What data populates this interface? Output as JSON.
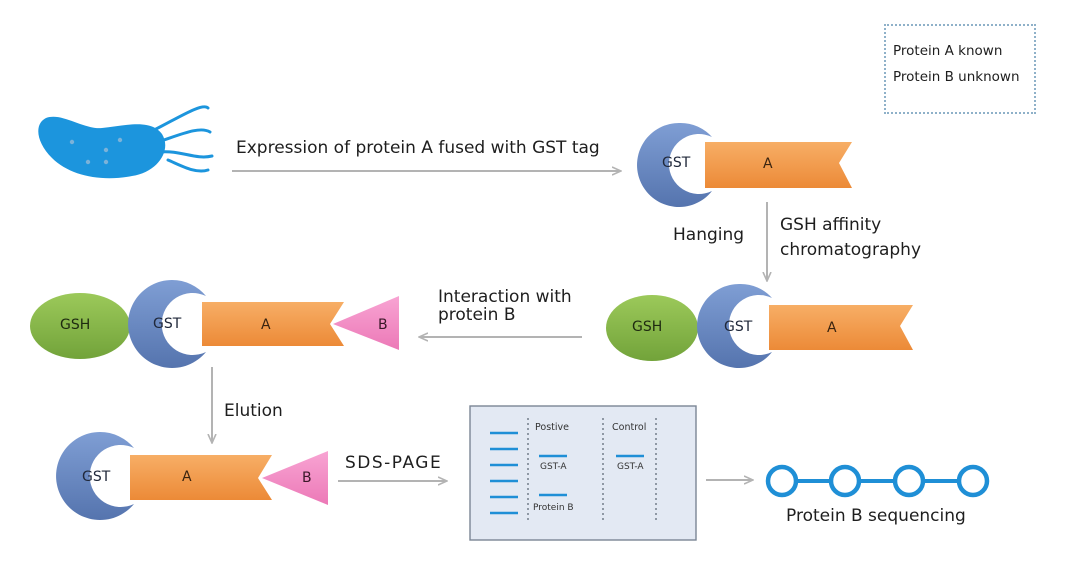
{
  "legend": {
    "line1": "Protein A known",
    "line2": "Protein B unknown"
  },
  "steps": {
    "expression": "Expression of protein A fused with GST tag",
    "hanging": "Hanging",
    "affinity_line1": "GSH affinity",
    "affinity_line2": "chromatography",
    "interaction_line1": "Interaction with",
    "interaction_line2": "protein B",
    "elution": "Elution",
    "sds": "SDS-PAGE",
    "sequencing": "Protein B sequencing"
  },
  "molecules": {
    "gst": "GST",
    "a": "A",
    "b": "B",
    "gsh": "GSH"
  },
  "gel": {
    "positive": "Postive",
    "control": "Control",
    "gst_a": "GST-A",
    "protein_b": "Protein B"
  },
  "colors": {
    "gst": "#6a8bc4",
    "protein_a": "#f39a4c",
    "protein_b": "#f28cc6",
    "gsh": "#86b84a",
    "bacterium": "#1c95dd",
    "arrow": "#b3b3b3",
    "gel_bg": "#e3e9f3",
    "band": "#1f8fd6"
  }
}
